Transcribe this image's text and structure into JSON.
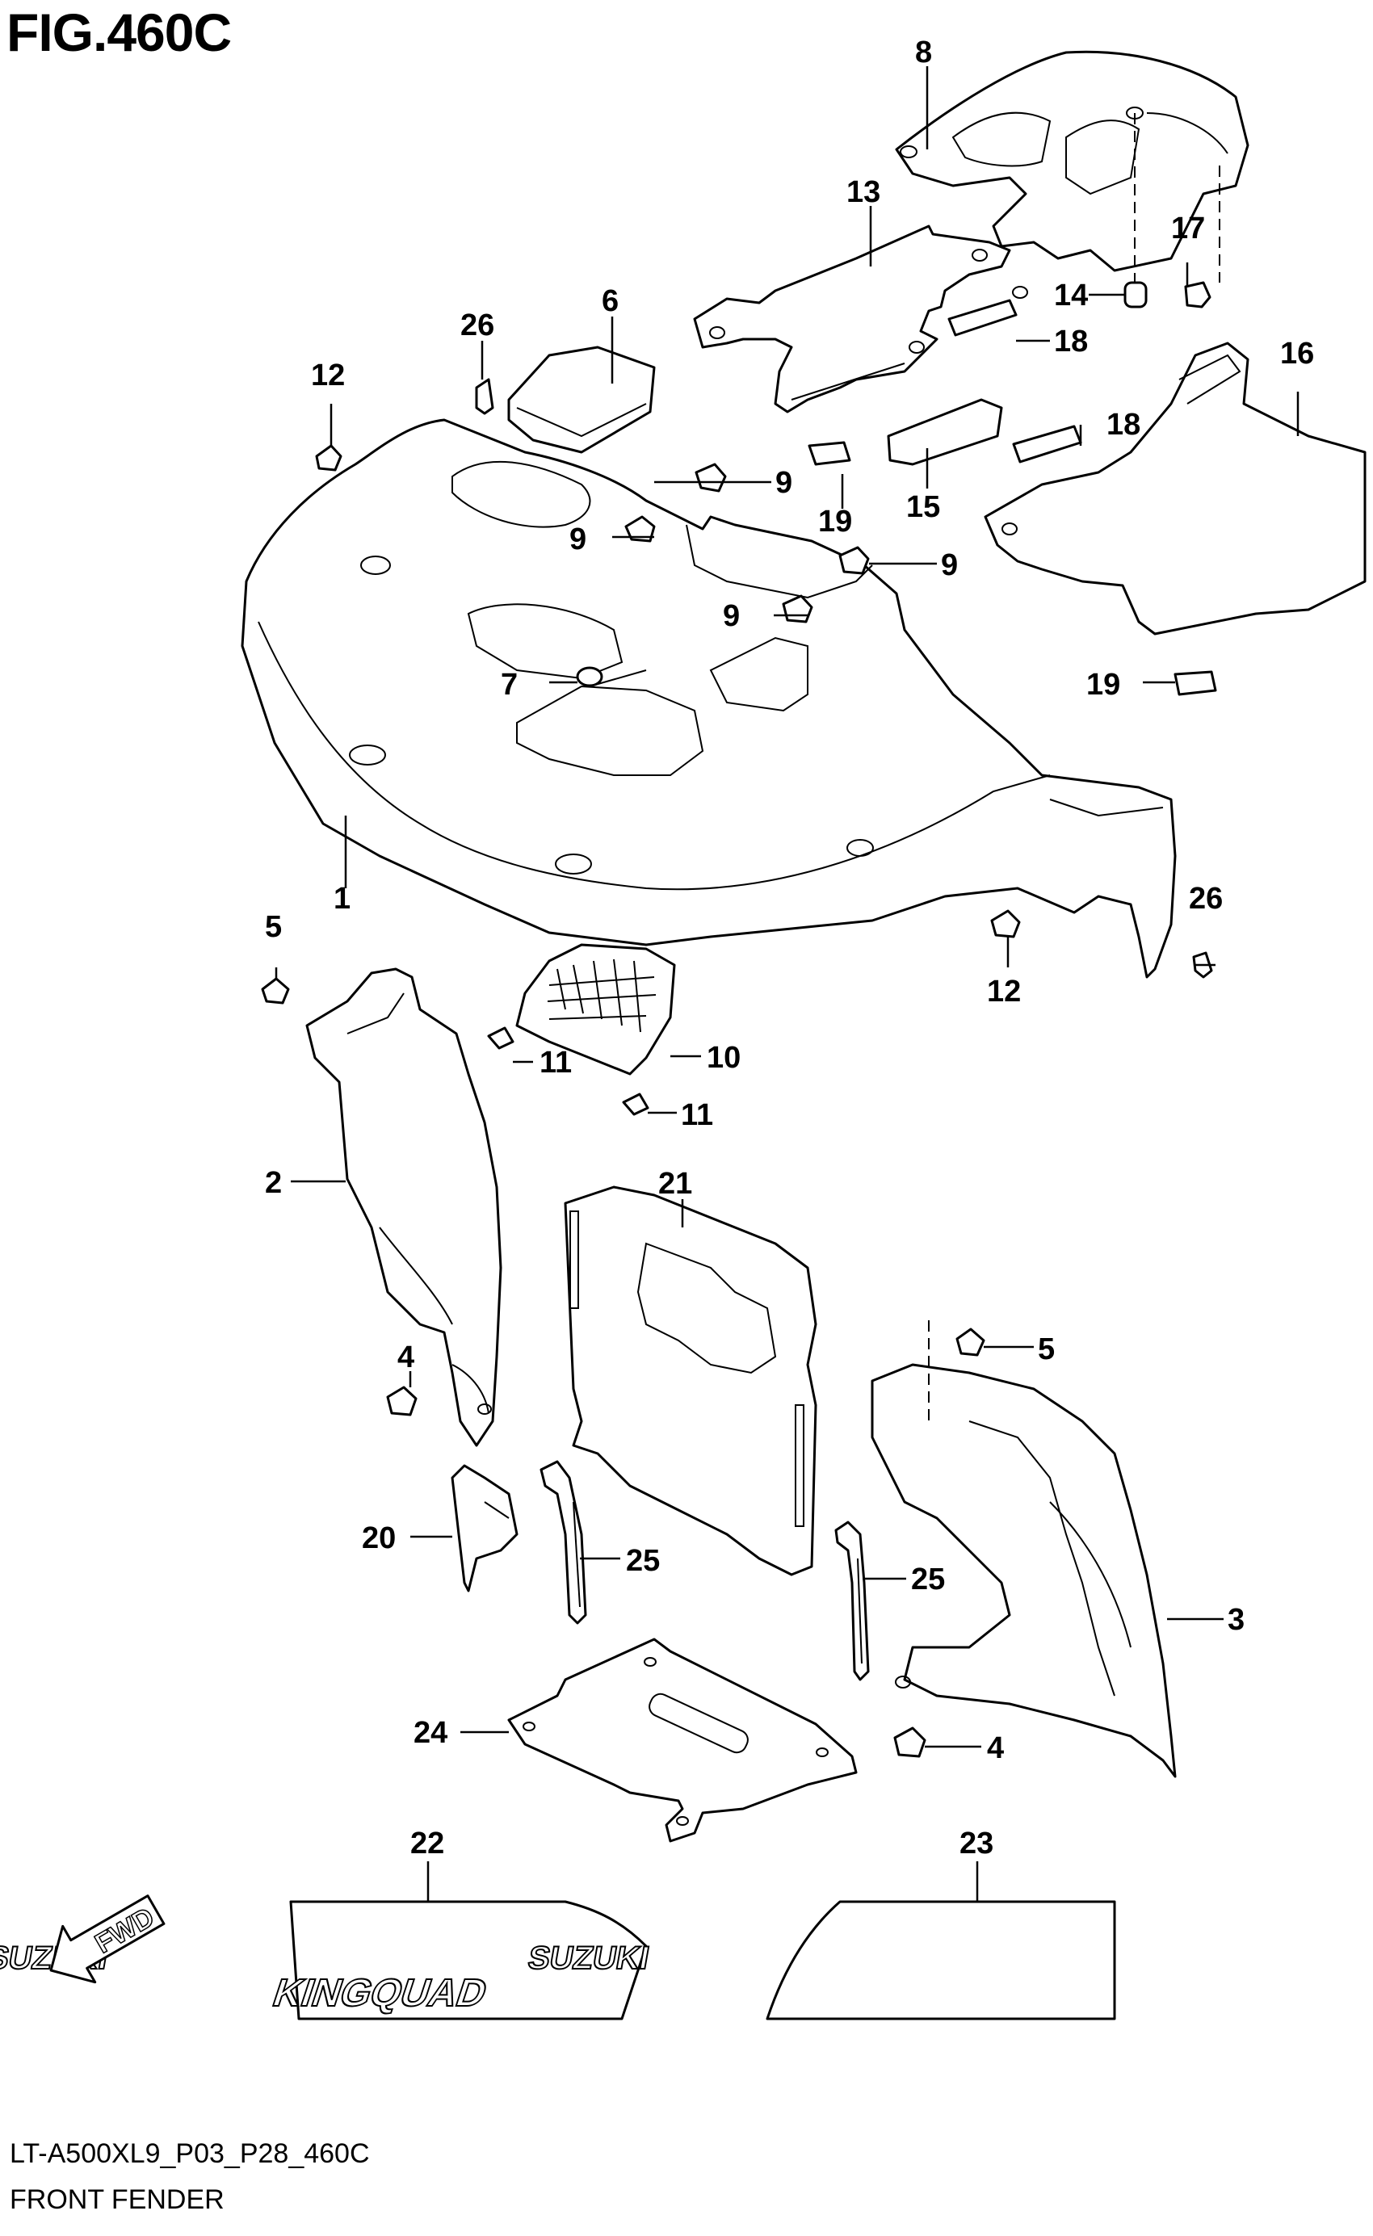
{
  "figure": {
    "title": "FIG.460C",
    "code": "LT-A500XL9_P03_P28_460C",
    "name": "FRONT FENDER"
  },
  "fwd_label": "FWD",
  "decal": {
    "brand": "SUZUKI",
    "model": "KINGQUAD"
  },
  "callouts": [
    {
      "id": "c8",
      "text": "8"
    },
    {
      "id": "c13",
      "text": "13"
    },
    {
      "id": "c17",
      "text": "17"
    },
    {
      "id": "c14",
      "text": "14"
    },
    {
      "id": "c18a",
      "text": "18"
    },
    {
      "id": "c16",
      "text": "16"
    },
    {
      "id": "c26a",
      "text": "26"
    },
    {
      "id": "c6",
      "text": "6"
    },
    {
      "id": "c12a",
      "text": "12"
    },
    {
      "id": "c9a",
      "text": "9"
    },
    {
      "id": "c18b",
      "text": "18"
    },
    {
      "id": "c19a",
      "text": "19"
    },
    {
      "id": "c15",
      "text": "15"
    },
    {
      "id": "c9b",
      "text": "9"
    },
    {
      "id": "c9c",
      "text": "9"
    },
    {
      "id": "c9d",
      "text": "9"
    },
    {
      "id": "c7",
      "text": "7"
    },
    {
      "id": "c19b",
      "text": "19"
    },
    {
      "id": "c1",
      "text": "1"
    },
    {
      "id": "c26b",
      "text": "26"
    },
    {
      "id": "c5a",
      "text": "5"
    },
    {
      "id": "c12b",
      "text": "12"
    },
    {
      "id": "c11a",
      "text": "11"
    },
    {
      "id": "c10",
      "text": "10"
    },
    {
      "id": "c11b",
      "text": "11"
    },
    {
      "id": "c2",
      "text": "2"
    },
    {
      "id": "c21",
      "text": "21"
    },
    {
      "id": "c4a",
      "text": "4"
    },
    {
      "id": "c5b",
      "text": "5"
    },
    {
      "id": "c20",
      "text": "20"
    },
    {
      "id": "c25a",
      "text": "25"
    },
    {
      "id": "c25b",
      "text": "25"
    },
    {
      "id": "c3",
      "text": "3"
    },
    {
      "id": "c24",
      "text": "24"
    },
    {
      "id": "c4b",
      "text": "4"
    },
    {
      "id": "c22",
      "text": "22"
    },
    {
      "id": "c23",
      "text": "23"
    }
  ]
}
